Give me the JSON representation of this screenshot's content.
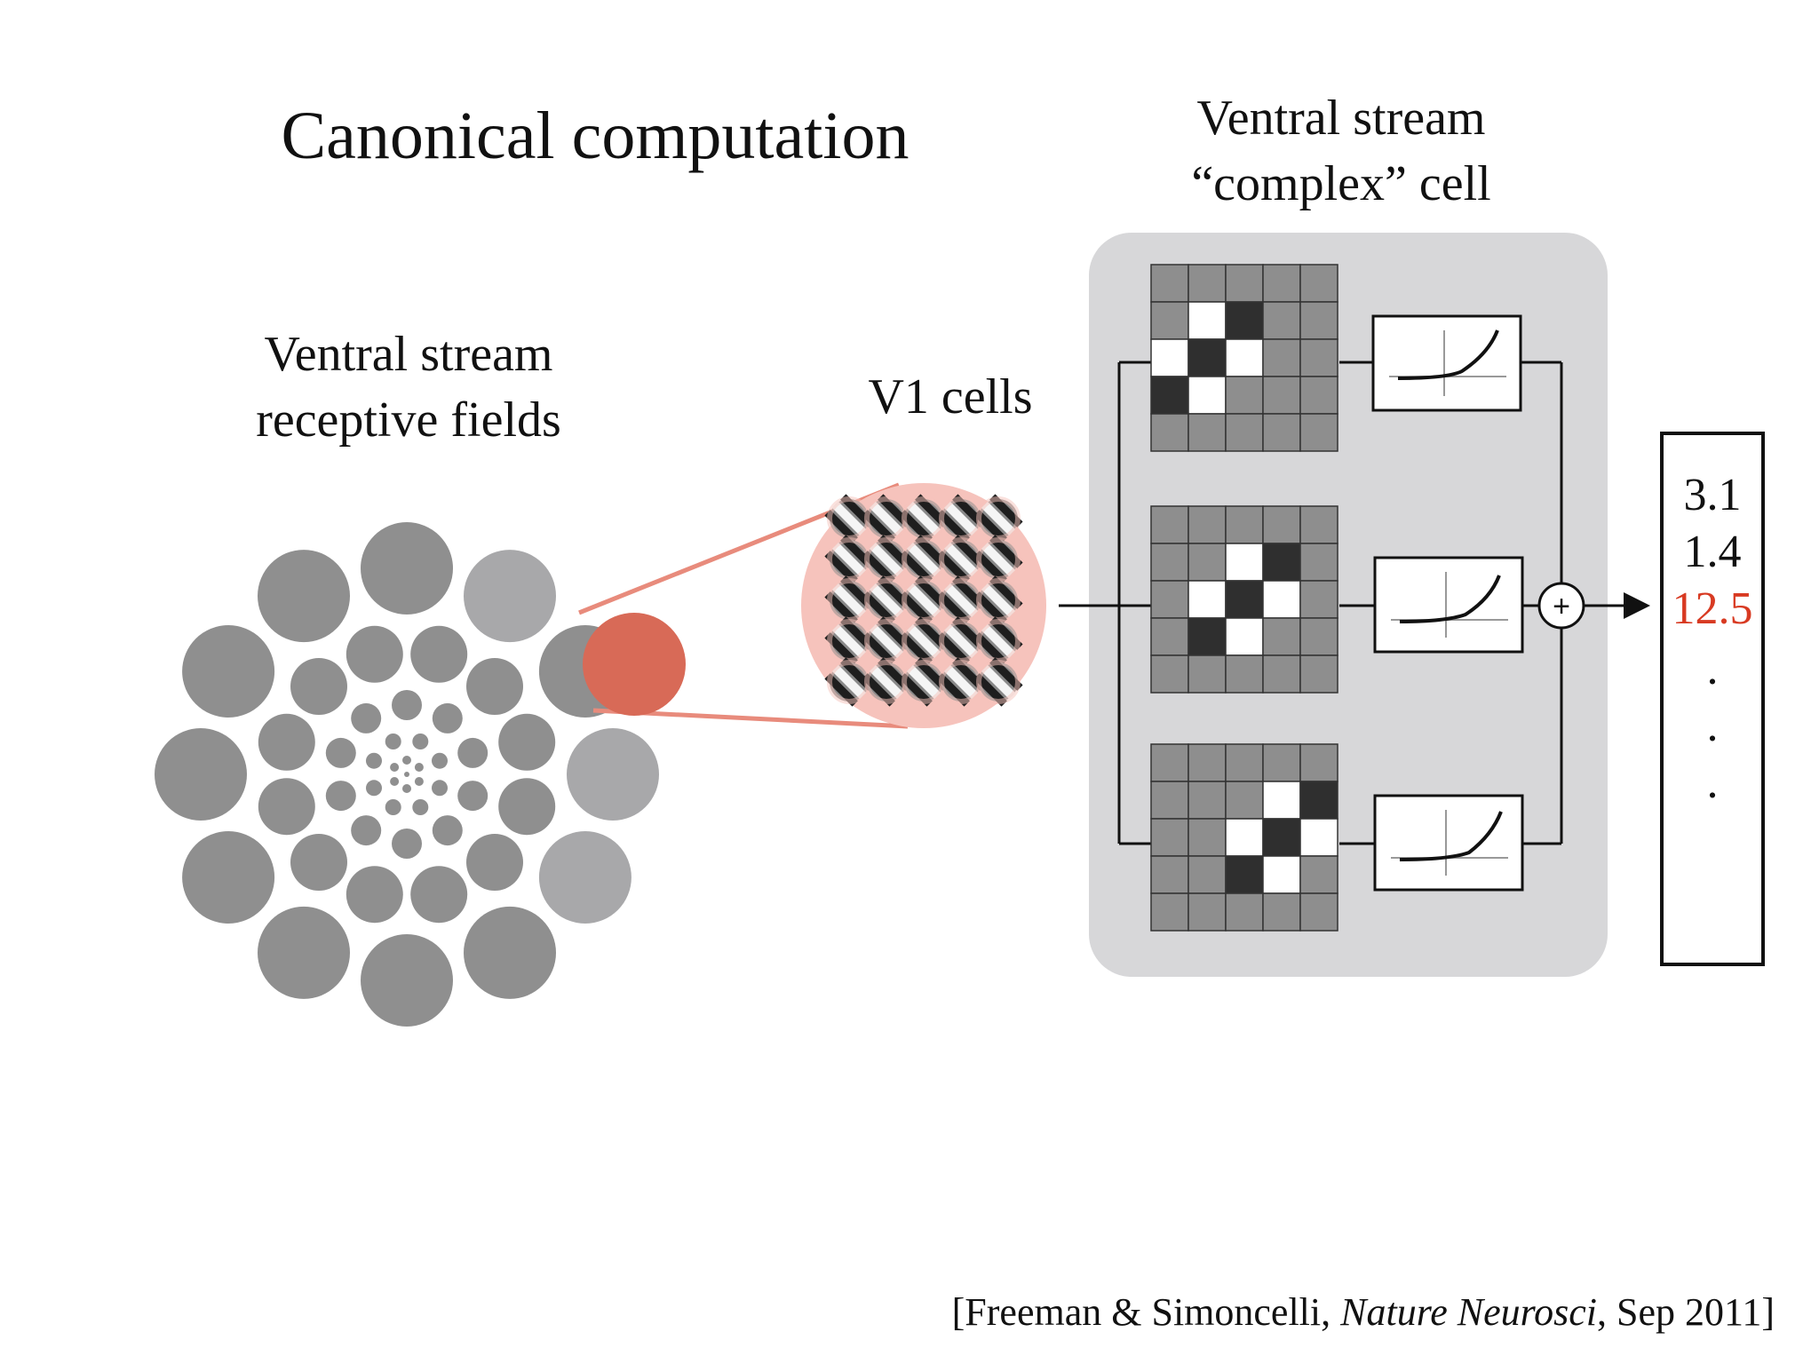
{
  "title": "Canonical computation",
  "rf_label": [
    "Ventral stream",
    "receptive fields"
  ],
  "v1_label": "V1 cells",
  "complex_label": [
    "Ventral stream",
    "“complex” cell"
  ],
  "sum_symbol": "+",
  "outputs": [
    "3.1",
    "1.4",
    "12.5"
  ],
  "output_ellipsis": [
    ".",
    ".",
    "."
  ],
  "citation": {
    "prefix": "[Freeman & Simoncelli, ",
    "journal": "Nature Neurosci",
    "suffix": ", Sep 2011]"
  },
  "colors": {
    "highlight": "#d86a57",
    "highlight_output": "#d83a22",
    "rf_gray": "#8f8f8f",
    "rf_light": "#a8a8aa",
    "panel": "#d7d7d9",
    "zoom_disc": "#f6c3bc"
  },
  "filter_patterns": [
    [
      [
        1,
        1,
        1,
        1,
        1
      ],
      [
        1,
        2,
        0,
        1,
        1
      ],
      [
        2,
        0,
        2,
        1,
        1
      ],
      [
        0,
        2,
        1,
        1,
        1
      ],
      [
        1,
        1,
        1,
        1,
        1
      ]
    ],
    [
      [
        1,
        1,
        1,
        1,
        1
      ],
      [
        1,
        1,
        2,
        0,
        1
      ],
      [
        1,
        2,
        0,
        2,
        1
      ],
      [
        1,
        0,
        2,
        1,
        1
      ],
      [
        1,
        1,
        1,
        1,
        1
      ]
    ],
    [
      [
        1,
        1,
        1,
        1,
        1
      ],
      [
        1,
        1,
        1,
        2,
        0
      ],
      [
        1,
        1,
        2,
        0,
        2
      ],
      [
        1,
        1,
        0,
        2,
        1
      ],
      [
        1,
        1,
        1,
        1,
        1
      ]
    ]
  ]
}
